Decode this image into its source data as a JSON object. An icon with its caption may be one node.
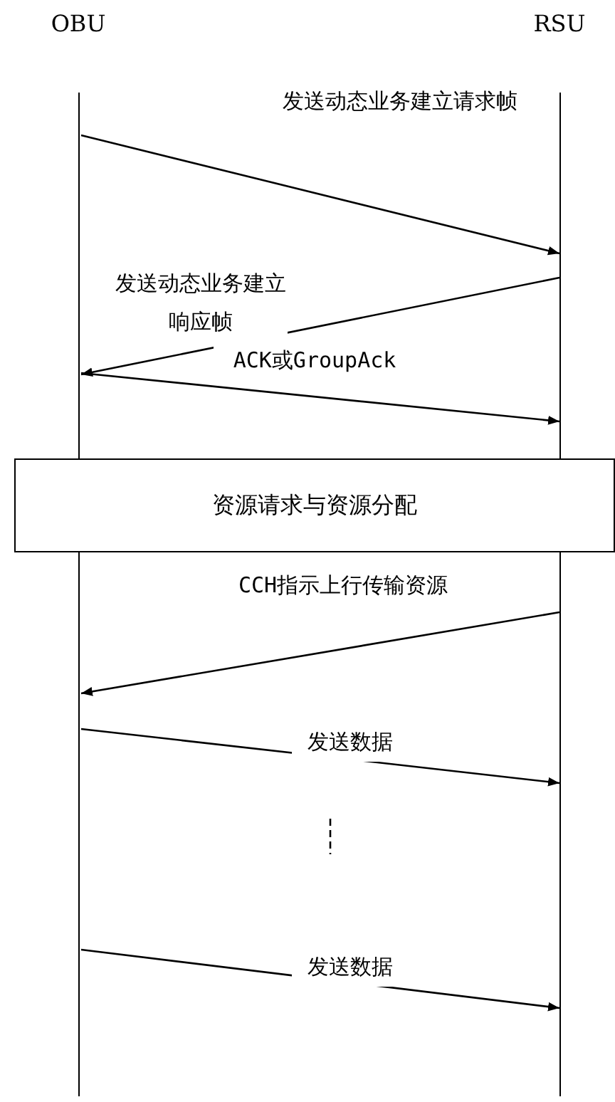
{
  "diagram": {
    "nodes": [
      {
        "text": [
          "OBU"
        ]
      },
      {
        "text": [
          "RSU"
        ]
      },
      {
        "text": [
          "资源请求与资源分配"
        ]
      }
    ],
    "edges": [
      {
        "from": 0,
        "to": 1,
        "arrow": "to",
        "label": "发送动态业务建立请求帧"
      },
      {
        "from": 1,
        "to": 0,
        "arrow": "to",
        "label": "发送动态业务建立响应帧"
      },
      {
        "from": 0,
        "to": 1,
        "arrow": "to",
        "label": "ACK或GroupAck"
      },
      {
        "from": 1,
        "to": 0,
        "arrow": "to",
        "label": "CCH指示上行传输资源"
      },
      {
        "from": 0,
        "to": 1,
        "arrow": "to",
        "label": "发送数据"
      },
      {
        "from": 0,
        "to": 1,
        "arrow": "to",
        "label": "发送数据"
      }
    ]
  }
}
